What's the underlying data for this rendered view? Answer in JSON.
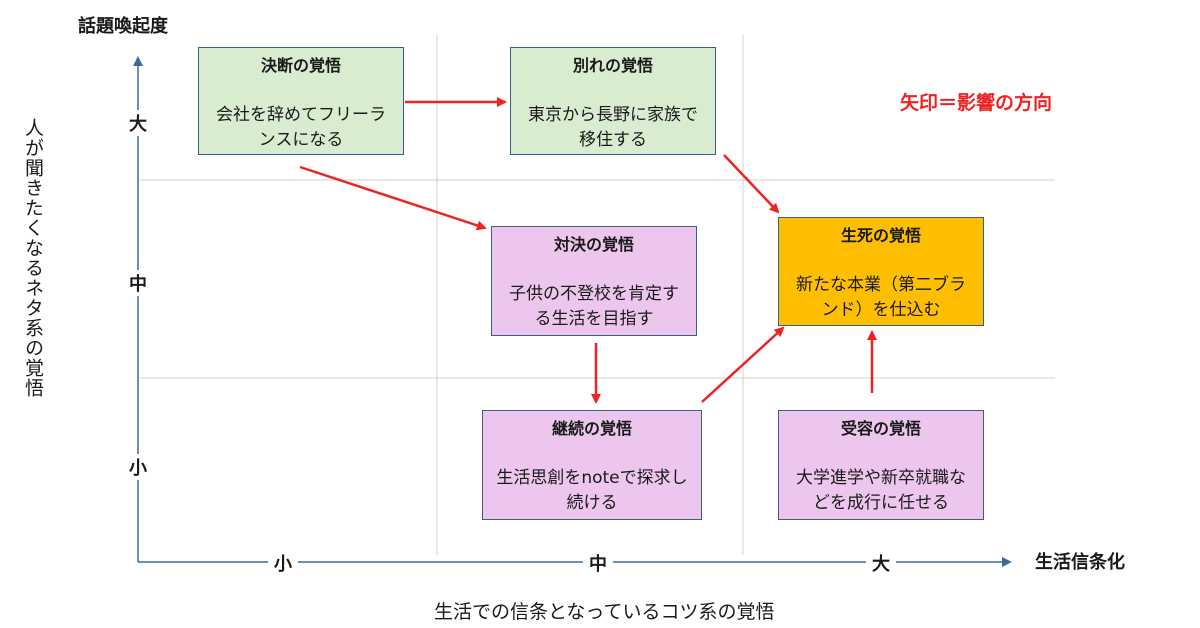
{
  "y_axis_title": "話題喚起度",
  "x_axis_title": "生活信条化",
  "y_side_label": "人が聞きたくなるネタ系の覚悟",
  "x_bottom_label": "生活での信条となっているコツ系の覚悟",
  "legend_note": "矢印＝影響の方向",
  "y_levels": [
    "大",
    "中",
    "小"
  ],
  "x_levels": [
    "小",
    "中",
    "大"
  ],
  "boxes": {
    "decision": {
      "title": "決断の覚悟",
      "desc": "会社を辞めてフリーランスになる"
    },
    "parting": {
      "title": "別れの覚悟",
      "desc": "東京から長野に家族で移住する"
    },
    "confront": {
      "title": "対決の覚悟",
      "desc": "子供の不登校を肯定する生活を目指す"
    },
    "lifedeath": {
      "title": "生死の覚悟",
      "desc": "新たな本業（第二ブランド）を仕込む"
    },
    "continue": {
      "title": "継続の覚悟",
      "desc": "生活思創をnoteで探求し続ける"
    },
    "accept": {
      "title": "受容の覚悟",
      "desc": "大学進学や新卒就職などを成行に任せる"
    }
  },
  "colors": {
    "arrow": "#ee2222",
    "axis": "#3b6a9a",
    "grid": "#d0d0d0",
    "box_border": "#3b5f86"
  }
}
